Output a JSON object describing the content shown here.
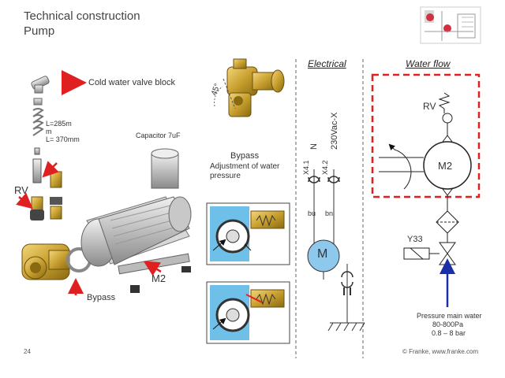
{
  "header": {
    "title_line1": "Technical construction",
    "title_line2": "Pump"
  },
  "left": {
    "cold_water_label": "Cold water valve block",
    "length_line1": "L=285m",
    "length_line2": "m",
    "length_line3": "L= 370mm",
    "capacitor_label": "Capacitor 7uF",
    "rv_label": "RV",
    "m2_label": "M2",
    "bypass_label": "Bypass"
  },
  "middle": {
    "angle_label": "45°",
    "bypass_title": "Bypass",
    "bypass_desc1": "Adjustment of water",
    "bypass_desc2": "pressure"
  },
  "electrical": {
    "heading": "Electrical",
    "n_label": "N",
    "voltage_label": "230Vac-X",
    "x41_label": "X4.1",
    "x42_label": "X4.2",
    "bu_label": "bu",
    "bn_label": "bn",
    "motor_label": "M"
  },
  "waterflow": {
    "heading": "Water flow",
    "rv_label": "RV",
    "m2_label": "M2",
    "y33_label": "Y33",
    "pressure_line1": "Pressure main water",
    "pressure_line2": "80-800Pa",
    "pressure_line3": "0.8 – 8 bar"
  },
  "footer": {
    "page_number": "24",
    "copyright": "© Franke, www.franke.com"
  },
  "colors": {
    "accent_red": "#e02020",
    "brass": "#c8a030",
    "motor_blue": "#8ec8ec",
    "water_blue": "#1a2ea8"
  }
}
